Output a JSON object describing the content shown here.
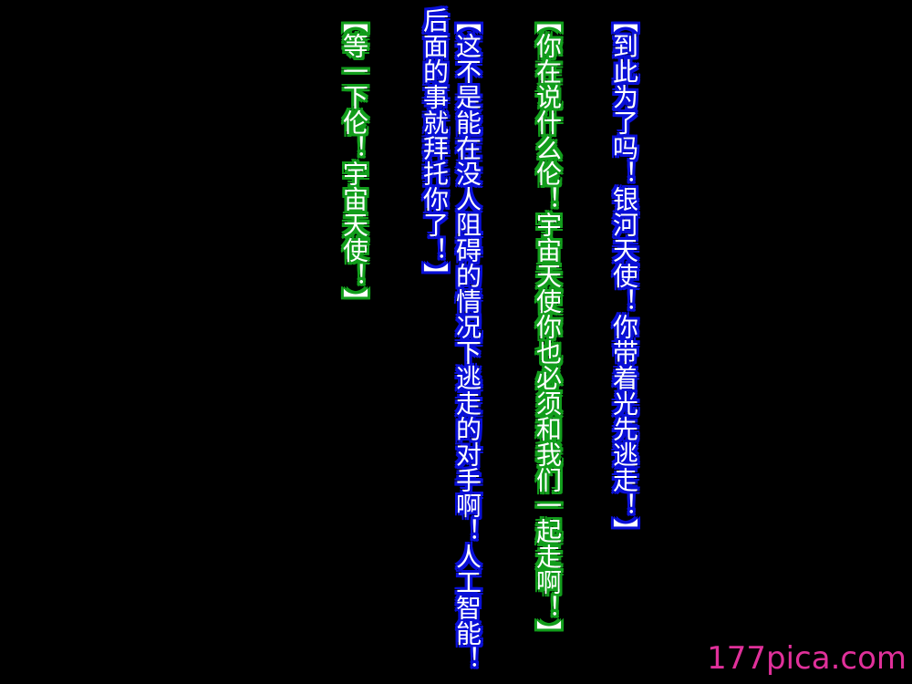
{
  "dialogue": {
    "line1": "【到此为了吗！银河天使！你带着光先逃走！】",
    "line2": "【你在说什么伦！宇宙天使你也必须和我们一起走啊！】",
    "line3_part1": "【这不是能在没人阻碍的情况下逃走的对手啊！人工智能！",
    "line3_part2": "后面的事就拜托你了！】",
    "line4": "【等一下伦！宇宙天使！】"
  },
  "watermark": {
    "text": "177pica.com"
  },
  "colors": {
    "background": "#000000",
    "text": "#ffffff",
    "outline_blue": "#0a10d8",
    "outline_green": "#129e1c",
    "watermark": "#e0309a"
  }
}
